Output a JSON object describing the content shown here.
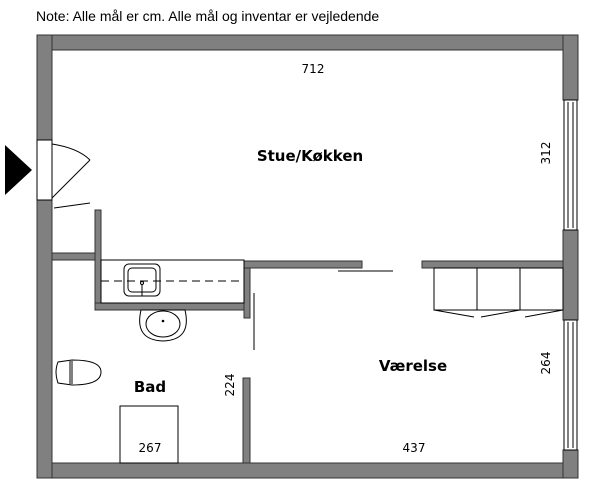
{
  "note": "Note: Alle mål er cm. Alle mål og inventar er vejledende",
  "rooms": {
    "stue": {
      "name": "Stue/Køkken",
      "width": "712",
      "depth": "312"
    },
    "vaerelse": {
      "name": "Værelse",
      "width": "437",
      "depth": "264"
    },
    "bad": {
      "name": "Bad",
      "width": "267",
      "depth": "224"
    }
  },
  "colors": {
    "wall": "#808080",
    "outline": "#333333"
  },
  "entrance_icon": "entrance-arrow-icon"
}
